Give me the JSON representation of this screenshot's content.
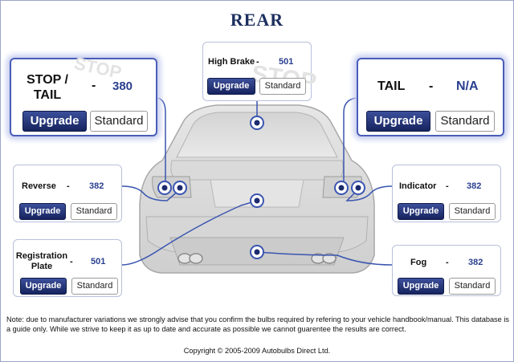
{
  "page": {
    "title": "REAR"
  },
  "bulbs": {
    "stop_tail": {
      "label": "STOP / TAIL",
      "dash": "-",
      "value": "380",
      "watermark": "STOP"
    },
    "high_brake": {
      "label": "High Brake",
      "dash": "-",
      "value": "501",
      "watermark": "STOP"
    },
    "tail": {
      "label": "TAIL",
      "dash": "-",
      "value": "N/A"
    },
    "reverse": {
      "label": "Reverse",
      "dash": "-",
      "value": "382"
    },
    "indicator": {
      "label": "Indicator",
      "dash": "-",
      "value": "382"
    },
    "registration_plate": {
      "label": "Registration Plate",
      "dash": "-",
      "value": "501"
    },
    "fog": {
      "label": "Fog",
      "dash": "-",
      "value": "382"
    }
  },
  "buttons": {
    "upgrade": "Upgrade",
    "standard": "Standard"
  },
  "footer": {
    "note": "Note: due to manufacturer variations we strongly advise that you confirm the bulbs required by refering to your vehicle handbook/manual. This database is a guide only. While we strive to keep it as up to date and accurate as possible we cannot guarentee the results are correct.",
    "copyright": "Copyright © 2005-2009 Autobulbs Direct Ltd."
  },
  "colors": {
    "accent": "#2a3f8f",
    "button": "#1c2a6e",
    "line": "#3a55b0",
    "border": "#4a5db8"
  }
}
